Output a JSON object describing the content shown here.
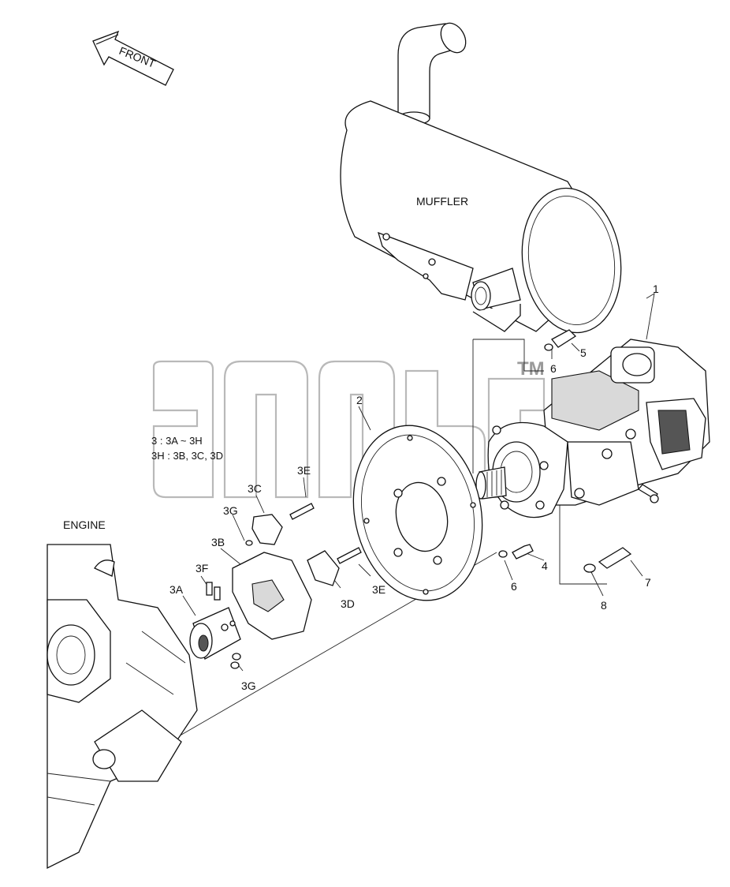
{
  "front_arrow": {
    "label": "FRONT"
  },
  "muffler": {
    "label": "MUFFLER"
  },
  "engine": {
    "label": "ENGINE"
  },
  "kit_note": {
    "line1": "3 : 3A ~ 3H",
    "line2": "3H : 3B, 3C, 3D"
  },
  "watermark": {
    "mark": "TM",
    "lettering": "amb"
  },
  "callouts": {
    "c1": "1",
    "c2": "2",
    "c3a": "3A",
    "c3b": "3B",
    "c3c": "3C",
    "c3d": "3D",
    "c3e_top": "3E",
    "c3e_bottom": "3E",
    "c3f": "3F",
    "c3g_top": "3G",
    "c3g_bottom": "3G",
    "c4": "4",
    "c5": "5",
    "c6_top": "6",
    "c6_bottom": "6",
    "c7": "7",
    "c8": "8"
  }
}
